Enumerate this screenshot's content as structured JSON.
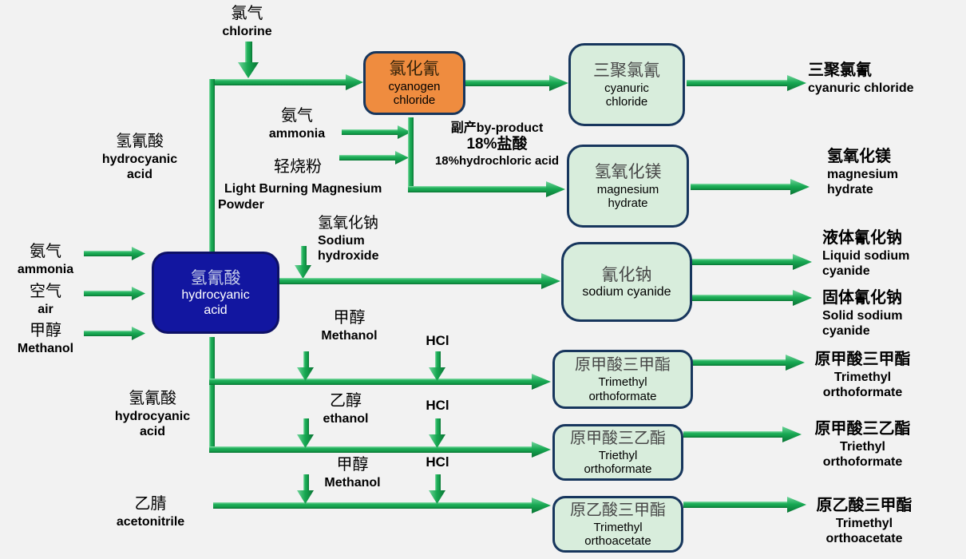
{
  "colors": {
    "background": "#f2f2f2",
    "arrow_green": "#14a04c",
    "box_green_fill": "#d8eddc",
    "box_orange_fill": "#ef8c3f",
    "box_blue_fill": "#1216a0",
    "box_border_navy": "#17365d"
  },
  "boxes": {
    "hydrocyanic_acid": {
      "zh": "氢氰酸",
      "en1": "hydrocyanic",
      "en2": "acid"
    },
    "cyanogen_chloride": {
      "zh": "氯化氰",
      "en1": "cyanogen",
      "en2": "chloride"
    },
    "cyanuric_chloride": {
      "zh": "三聚氯氰",
      "en1": "cyanuric",
      "en2": "chloride"
    },
    "magnesium_hydrate": {
      "zh": "氢氧化镁",
      "en1": "magnesium",
      "en2": "hydrate"
    },
    "sodium_cyanide": {
      "zh": "氰化钠",
      "en1": "sodium cyanide"
    },
    "trimethyl_orthoformate": {
      "zh": "原甲酸三甲酯",
      "en1": "Trimethyl",
      "en2": "orthoformate"
    },
    "triethyl_orthoformate": {
      "zh": "原甲酸三乙酯",
      "en1": "Triethyl",
      "en2": "orthoformate"
    },
    "trimethyl_orthoacetate": {
      "zh": "原乙酸三甲酯",
      "en1": "Trimethyl",
      "en2": "orthoacetate"
    }
  },
  "inputs": {
    "chlorine": {
      "zh": "氯气",
      "en": "chlorine"
    },
    "hydrocyanic_top": {
      "zh": "氢氰酸",
      "en1": "hydrocyanic",
      "en2": "acid"
    },
    "ammonia_mid": {
      "zh": "氨气",
      "en": "ammonia"
    },
    "light_burning_powder": {
      "zh": "轻烧粉",
      "en1": "Light Burning Magnesium",
      "en2": "Powder"
    },
    "byproduct": {
      "line1": "副产by-product",
      "line2": "18%盐酸",
      "line3": "18%hydrochloric acid"
    },
    "ammonia_left": {
      "zh": "氨气",
      "en": "ammonia"
    },
    "air": {
      "zh": "空气",
      "en": "air"
    },
    "methanol_left": {
      "zh": "甲醇",
      "en": "Methanol"
    },
    "sodium_hydroxide": {
      "zh": "氢氧化钠",
      "en1": "Sodium",
      "en2": "hydroxide"
    },
    "methanol_row1": {
      "zh": "甲醇",
      "en": "Methanol"
    },
    "hcl_row1": {
      "en": "HCl"
    },
    "ethanol_row2": {
      "zh": "乙醇",
      "en": "ethanol"
    },
    "hcl_row2": {
      "en": "HCl"
    },
    "hydrocyanic_mid": {
      "zh": "氢氰酸",
      "en1": "hydrocyanic",
      "en2": "acid"
    },
    "methanol_row3": {
      "zh": "甲醇",
      "en": "Methanol"
    },
    "hcl_row3": {
      "en": "HCl"
    },
    "acetonitrile": {
      "zh": "乙腈",
      "en": "acetonitrile"
    }
  },
  "outputs": {
    "cyanuric_chloride": {
      "zh": "三聚氯氰",
      "en1": "cyanuric chloride"
    },
    "magnesium_hydrate": {
      "zh": "氢氧化镁",
      "en1": "magnesium",
      "en2": "hydrate"
    },
    "liquid_sodium_cyanide": {
      "zh": "液体氰化钠",
      "en1": "Liquid sodium",
      "en2": "cyanide"
    },
    "solid_sodium_cyanide": {
      "zh": "固体氰化钠",
      "en1": "Solid sodium",
      "en2": "cyanide"
    },
    "trimethyl_orthoformate": {
      "zh": "原甲酸三甲酯",
      "en1": "Trimethyl",
      "en2": "orthoformate"
    },
    "triethyl_orthoformate": {
      "zh": "原甲酸三乙酯",
      "en1": "Triethyl",
      "en2": "orthoformate"
    },
    "trimethyl_orthoacetate": {
      "zh": "原乙酸三甲酯",
      "en1": "Trimethyl",
      "en2": "orthoacetate"
    }
  }
}
